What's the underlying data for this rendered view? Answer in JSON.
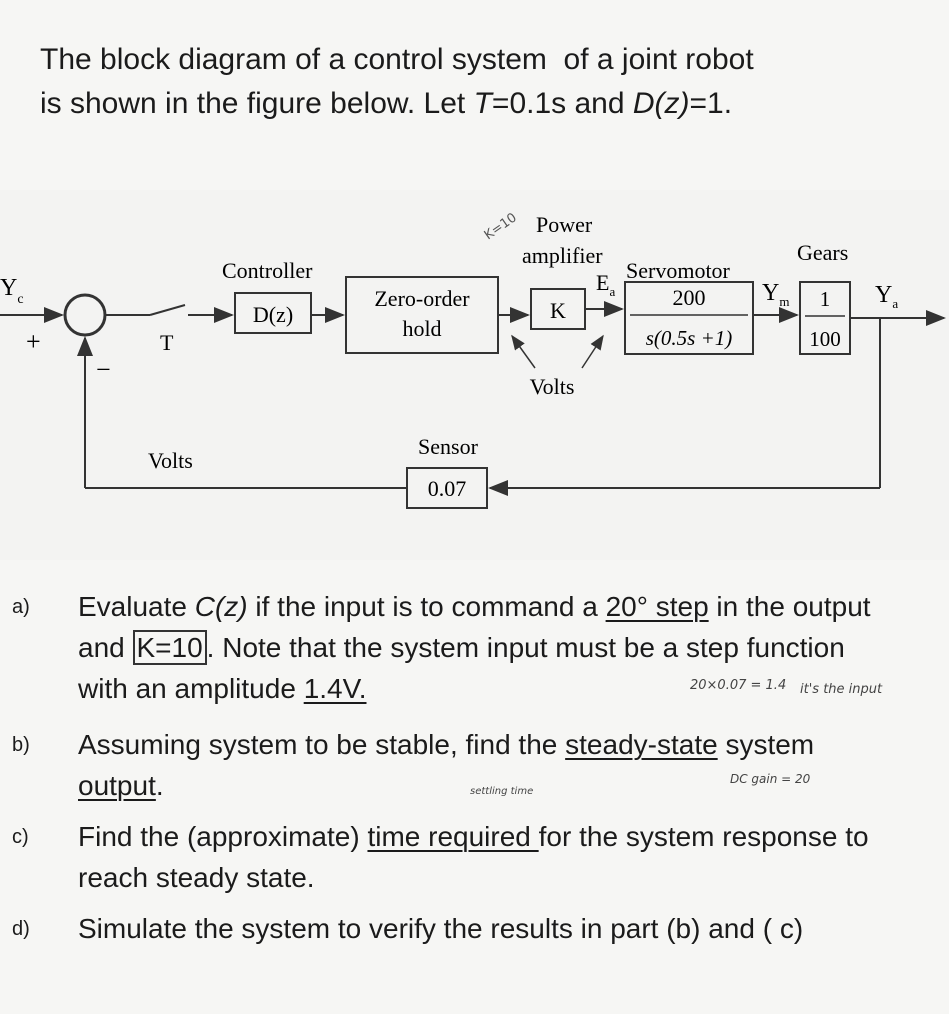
{
  "intro": {
    "line1": "The block diagram of a control system  of a joint robot",
    "line2_prefix": "is shown in the figure below. Let ",
    "T_var": "T",
    "line2_mid": "=0.1s and ",
    "D_var": "D(z)",
    "line2_suffix": "=1."
  },
  "diagram": {
    "input_label": "Y",
    "input_sub": "c",
    "plus_sign": "+",
    "minus_sign": "−",
    "sampler_label": "T",
    "controller_title": "Controller",
    "controller_block": "D(z)",
    "zoh_line1": "Zero-order",
    "zoh_line2": "hold",
    "amp_title_line1": "Power",
    "amp_title_line2": "amplifier",
    "amp_block": "K",
    "amp_note": "K=10",
    "ea_label": "E",
    "ea_sub": "a",
    "volts_label_amp": "Volts",
    "servo_title": "Servomotor",
    "servo_num": "200",
    "servo_den": "s(0.5s +1)",
    "ym_label": "Y",
    "ym_sub": "m",
    "gears_title": "Gears",
    "gears_num": "1",
    "gears_den": "100",
    "output_label": "Y",
    "output_sub": "a",
    "sensor_title": "Sensor",
    "sensor_block": "0.07",
    "volts_label_feedback": "Volts"
  },
  "questions": [
    {
      "label": "a)",
      "parts": {
        "p1": "Evaluate ",
        "cz": "C(z)",
        "p2": " if the input is to command a ",
        "u1": "20° step",
        "p3": " in the output and ",
        "boxed": "K=10",
        "p4": ". Note that the system input  must be a step function with an amplitude ",
        "u2": "1.4V."
      },
      "notes": {
        "calc": "20×0.07 = 1.4",
        "input_note": "it's the input"
      }
    },
    {
      "label": "b)",
      "parts": {
        "p1": "Assuming  system to be stable, find the ",
        "u1": "steady-state",
        "p2": " system ",
        "u2": "output",
        "p3": "."
      },
      "notes": {
        "dc_gain": "DC gain = 20"
      }
    },
    {
      "label": "c)",
      "parts": {
        "p1": "Find the (approximate) ",
        "u1": "time required ",
        "p2": "for the system response to reach steady state."
      },
      "notes": {
        "settling": "settling time"
      }
    },
    {
      "label": "d)",
      "parts": {
        "p1": "Simulate the system to verify the results in part (b) and ( c)"
      }
    }
  ]
}
